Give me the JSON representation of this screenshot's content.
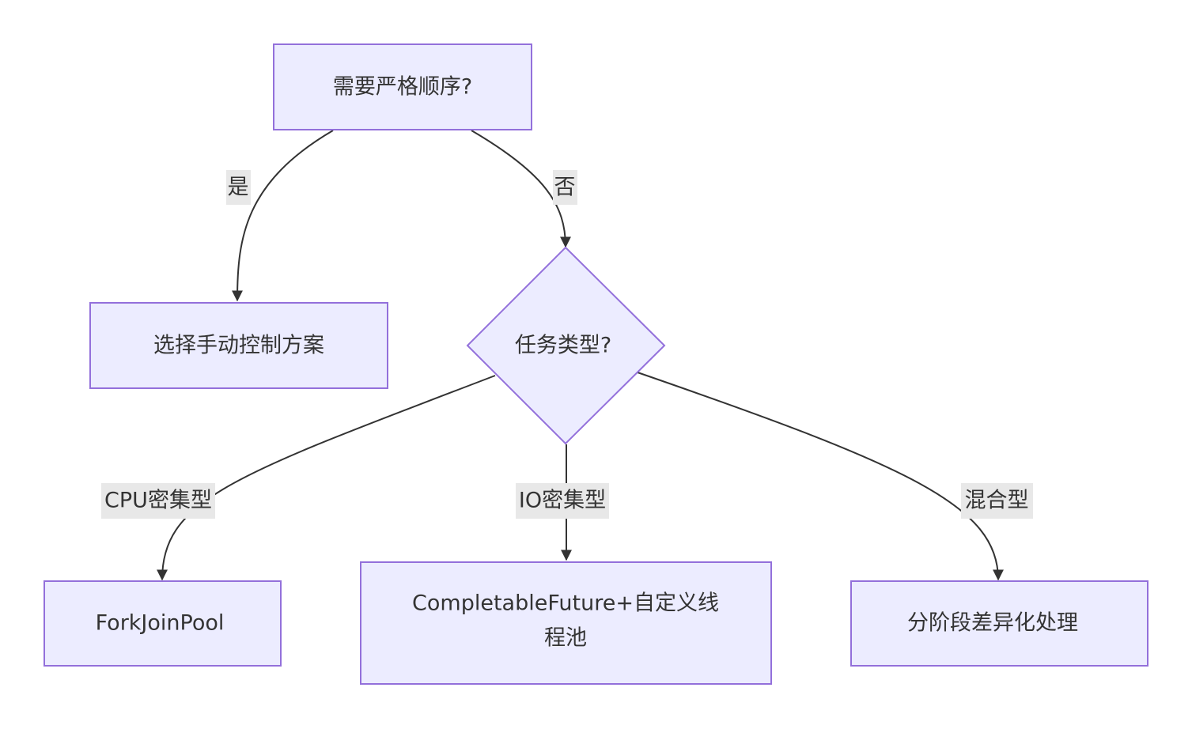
{
  "colors": {
    "node_fill": "#ECECFF",
    "node_stroke": "#9370DB",
    "edge": "#333333",
    "edge_label_bg": "#E8E8E8",
    "text": "#333333"
  },
  "nodes": {
    "strict_order": "需要严格顺序?",
    "manual_control": "选择手动控制方案",
    "task_type": "任务类型?",
    "forkjoin": "ForkJoinPool",
    "completable_line1": "CompletableFuture+自定义线",
    "completable_line2": "程池",
    "hybrid": "分阶段差异化处理"
  },
  "edges": {
    "yes": "是",
    "no": "否",
    "cpu": "CPU密集型",
    "io": "IO密集型",
    "mixed": "混合型"
  }
}
